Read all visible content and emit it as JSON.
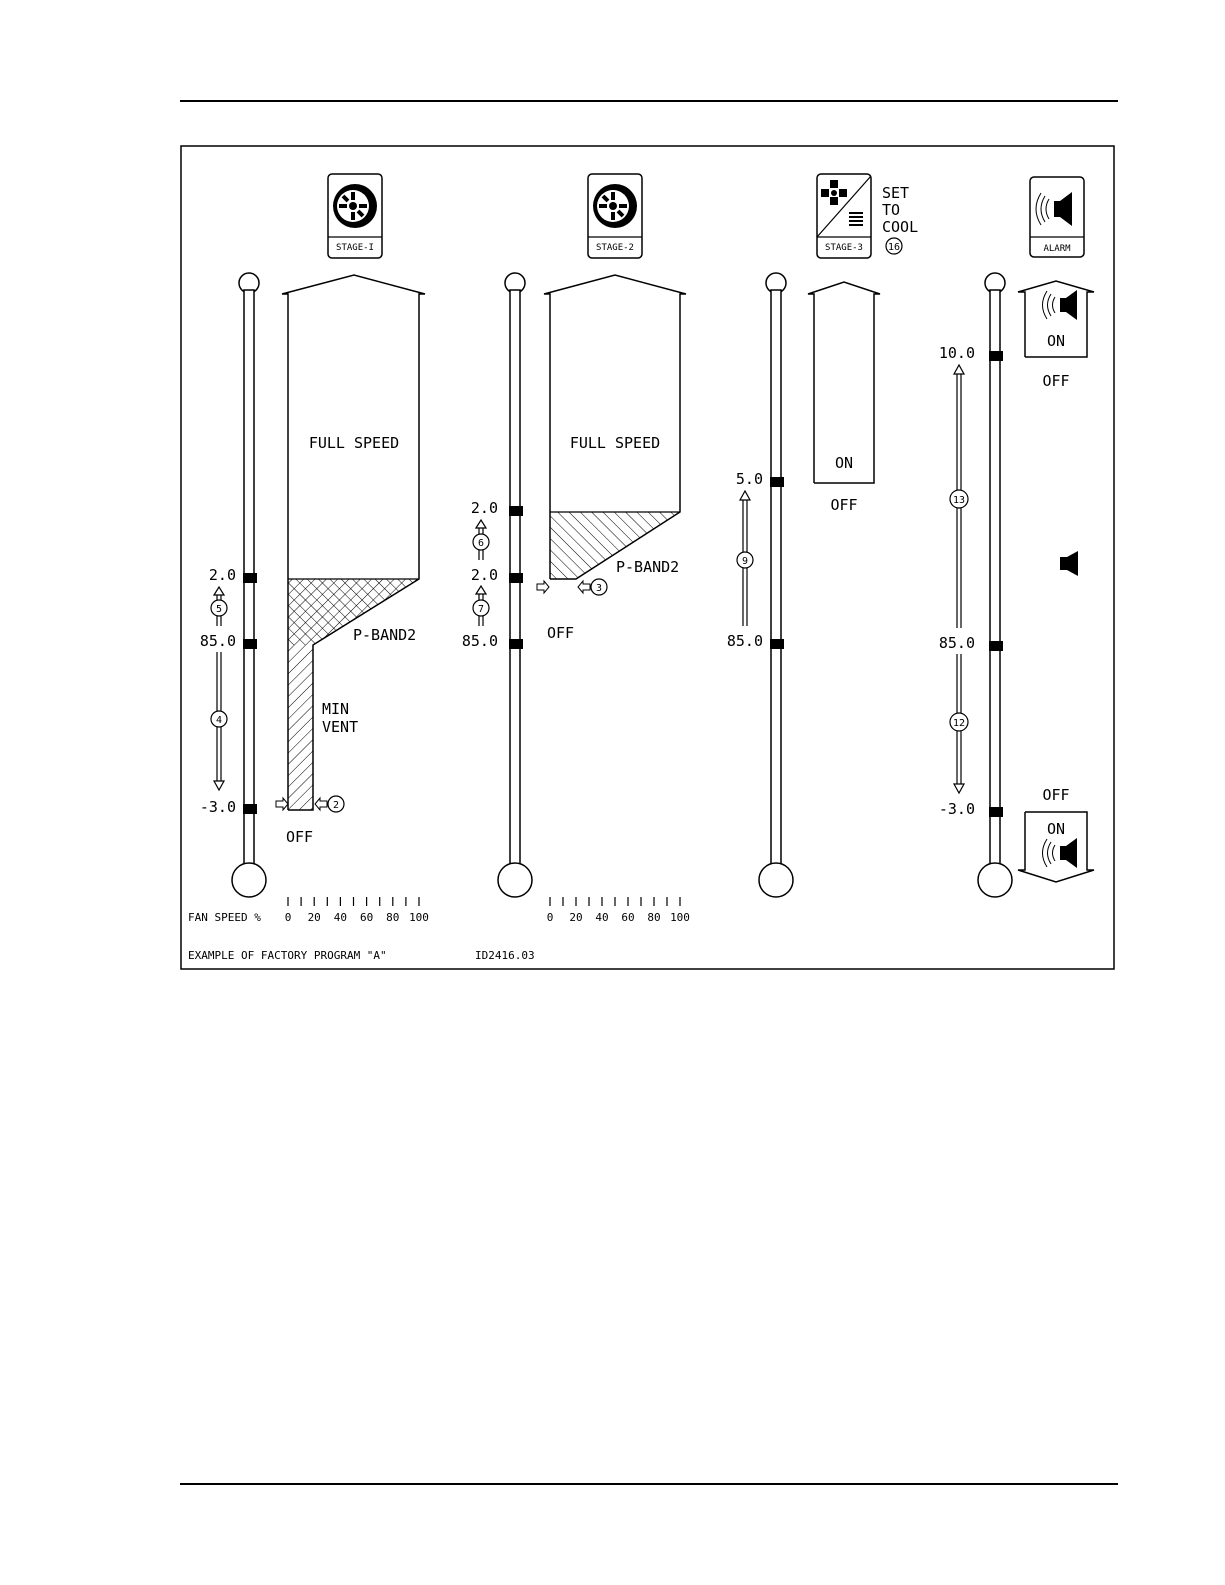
{
  "stages": {
    "stage1": {
      "icon_label": "STAGE-I",
      "top_setpoint": "2.0",
      "mid_setpoint": "85.0",
      "bottom_setpoint": "-3.0",
      "full_speed": "FULL SPEED",
      "pband": "P-BAND2",
      "min_vent_1": "MIN",
      "min_vent_2": "VENT",
      "off": "OFF",
      "callouts": [
        "5",
        "4",
        "2"
      ]
    },
    "stage2": {
      "icon_label": "STAGE-2",
      "top_setpoint": "2.0",
      "mid_setpoint": "2.0",
      "bottom_setpoint": "85.0",
      "full_speed": "FULL SPEED",
      "pband": "P-BAND2",
      "off": "OFF",
      "callouts": [
        "6",
        "7",
        "3"
      ]
    },
    "stage3": {
      "icon_label": "STAGE-3",
      "set_1": "SET",
      "set_2": "TO",
      "set_3": "COOL",
      "set_callout": "16",
      "top_setpoint": "5.0",
      "bottom_setpoint": "85.0",
      "on": "ON",
      "off": "OFF",
      "callouts": [
        "9"
      ]
    },
    "alarm": {
      "icon_label": "ALARM",
      "top_setpoint": "10.0",
      "mid_setpoint": "85.0",
      "bottom_setpoint": "-3.0",
      "top_on": "ON",
      "top_off": "OFF",
      "bottom_off": "OFF",
      "bottom_on": "ON",
      "callouts": [
        "13",
        "12"
      ]
    }
  },
  "fan_speed": {
    "label": "FAN SPEED %",
    "ticks": [
      "0",
      "20",
      "40",
      "60",
      "80",
      "100"
    ]
  },
  "footer": {
    "caption": "EXAMPLE OF FACTORY PROGRAM \"A\"",
    "figure_id": "ID2416.03"
  }
}
